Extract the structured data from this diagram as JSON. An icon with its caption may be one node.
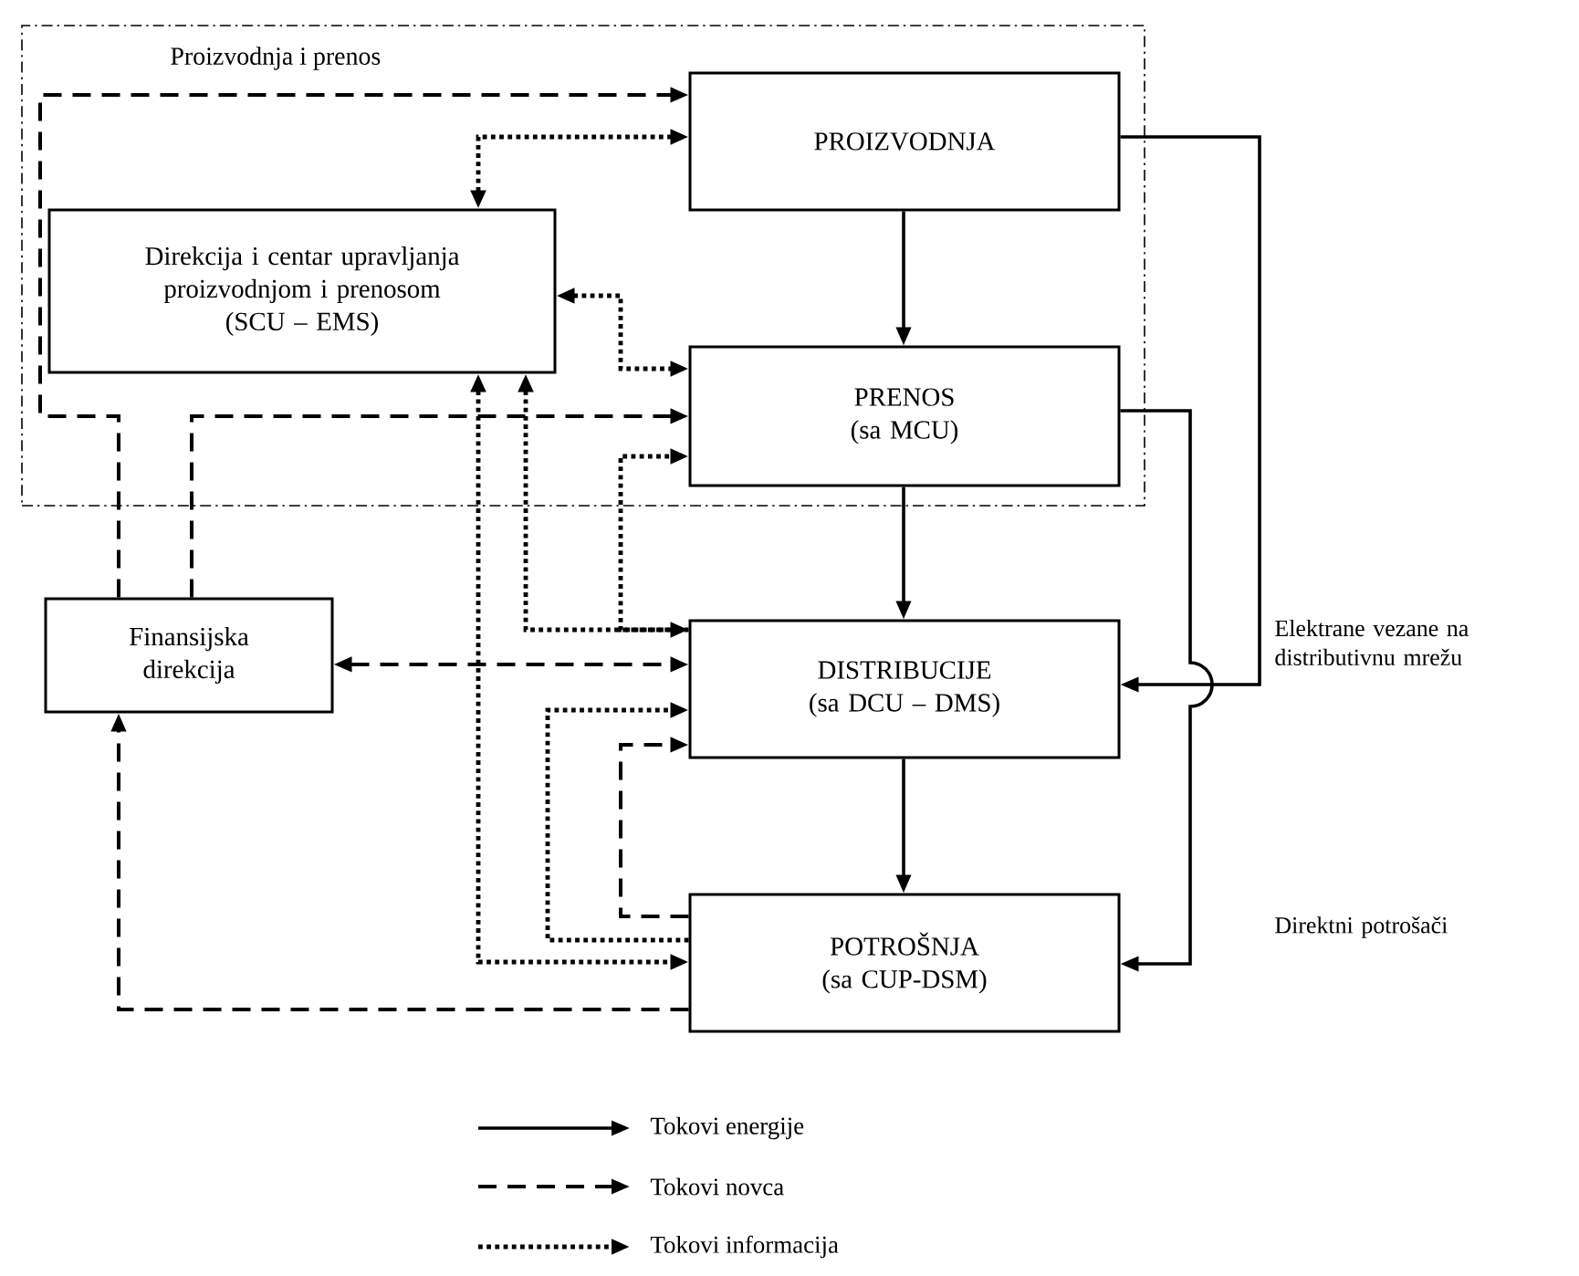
{
  "diagram": {
    "nodes": [
      {
        "text": [
          "Proizvodnja i prenos"
        ]
      },
      {
        "text": [
          "PROIZVODNJA"
        ],
        "in": 0
      },
      {
        "text": [
          "Direkcija i centar upravljanja proizvodnjom i prenosom",
          "(SCU – EMS)"
        ],
        "in": 0
      },
      {
        "text": [
          "PRENOS",
          "(sa MCU)"
        ],
        "in": 0
      },
      {
        "text": [
          "Finansijska direkcija"
        ]
      },
      {
        "text": [
          "DISTRIBUCIJE",
          "(sa DCU – DMS)"
        ]
      },
      {
        "text": [
          "POTROŠNJA",
          "(sa CUP-DSM)"
        ]
      }
    ],
    "edges": [
      {
        "from": 1,
        "to": 3,
        "arrow": "to"
      },
      {
        "from": 3,
        "to": 5,
        "arrow": "to"
      },
      {
        "from": 5,
        "to": 6,
        "arrow": "to"
      },
      {
        "from": 1,
        "to": 5,
        "arrow": "to",
        "label": "Elektrane vezane na distributivnu mrežu"
      },
      {
        "from": 3,
        "to": 6,
        "arrow": "to",
        "label": "Direktni potrošači"
      },
      {
        "from": 4,
        "to": 1,
        "arrow": "to",
        "style": "dashed"
      },
      {
        "from": 4,
        "to": 3,
        "arrow": "to",
        "style": "dashed"
      },
      {
        "from": 4,
        "to": 5,
        "arrow": "both",
        "style": "dashed"
      },
      {
        "from": 6,
        "to": 4,
        "arrow": "to",
        "style": "dashed"
      },
      {
        "from": 6,
        "to": 5,
        "arrow": "to",
        "style": "dashed"
      },
      {
        "from": 2,
        "to": 1,
        "arrow": "both",
        "style": "dashed"
      },
      {
        "from": 2,
        "to": 3,
        "arrow": "both",
        "style": "dashed"
      },
      {
        "from": 5,
        "to": 3,
        "arrow": "to",
        "style": "dashed"
      },
      {
        "from": 2,
        "to": 5,
        "arrow": "both",
        "style": "dashed"
      },
      {
        "from": 2,
        "to": 6,
        "arrow": "both",
        "style": "dashed"
      },
      {
        "from": 6,
        "to": 5,
        "arrow": "to",
        "style": "dashed"
      }
    ],
    "legend": [
      {
        "text": "Tokovi energije"
      },
      {
        "text": "Tokovi novca"
      },
      {
        "text": "Tokovi informacija"
      }
    ]
  }
}
